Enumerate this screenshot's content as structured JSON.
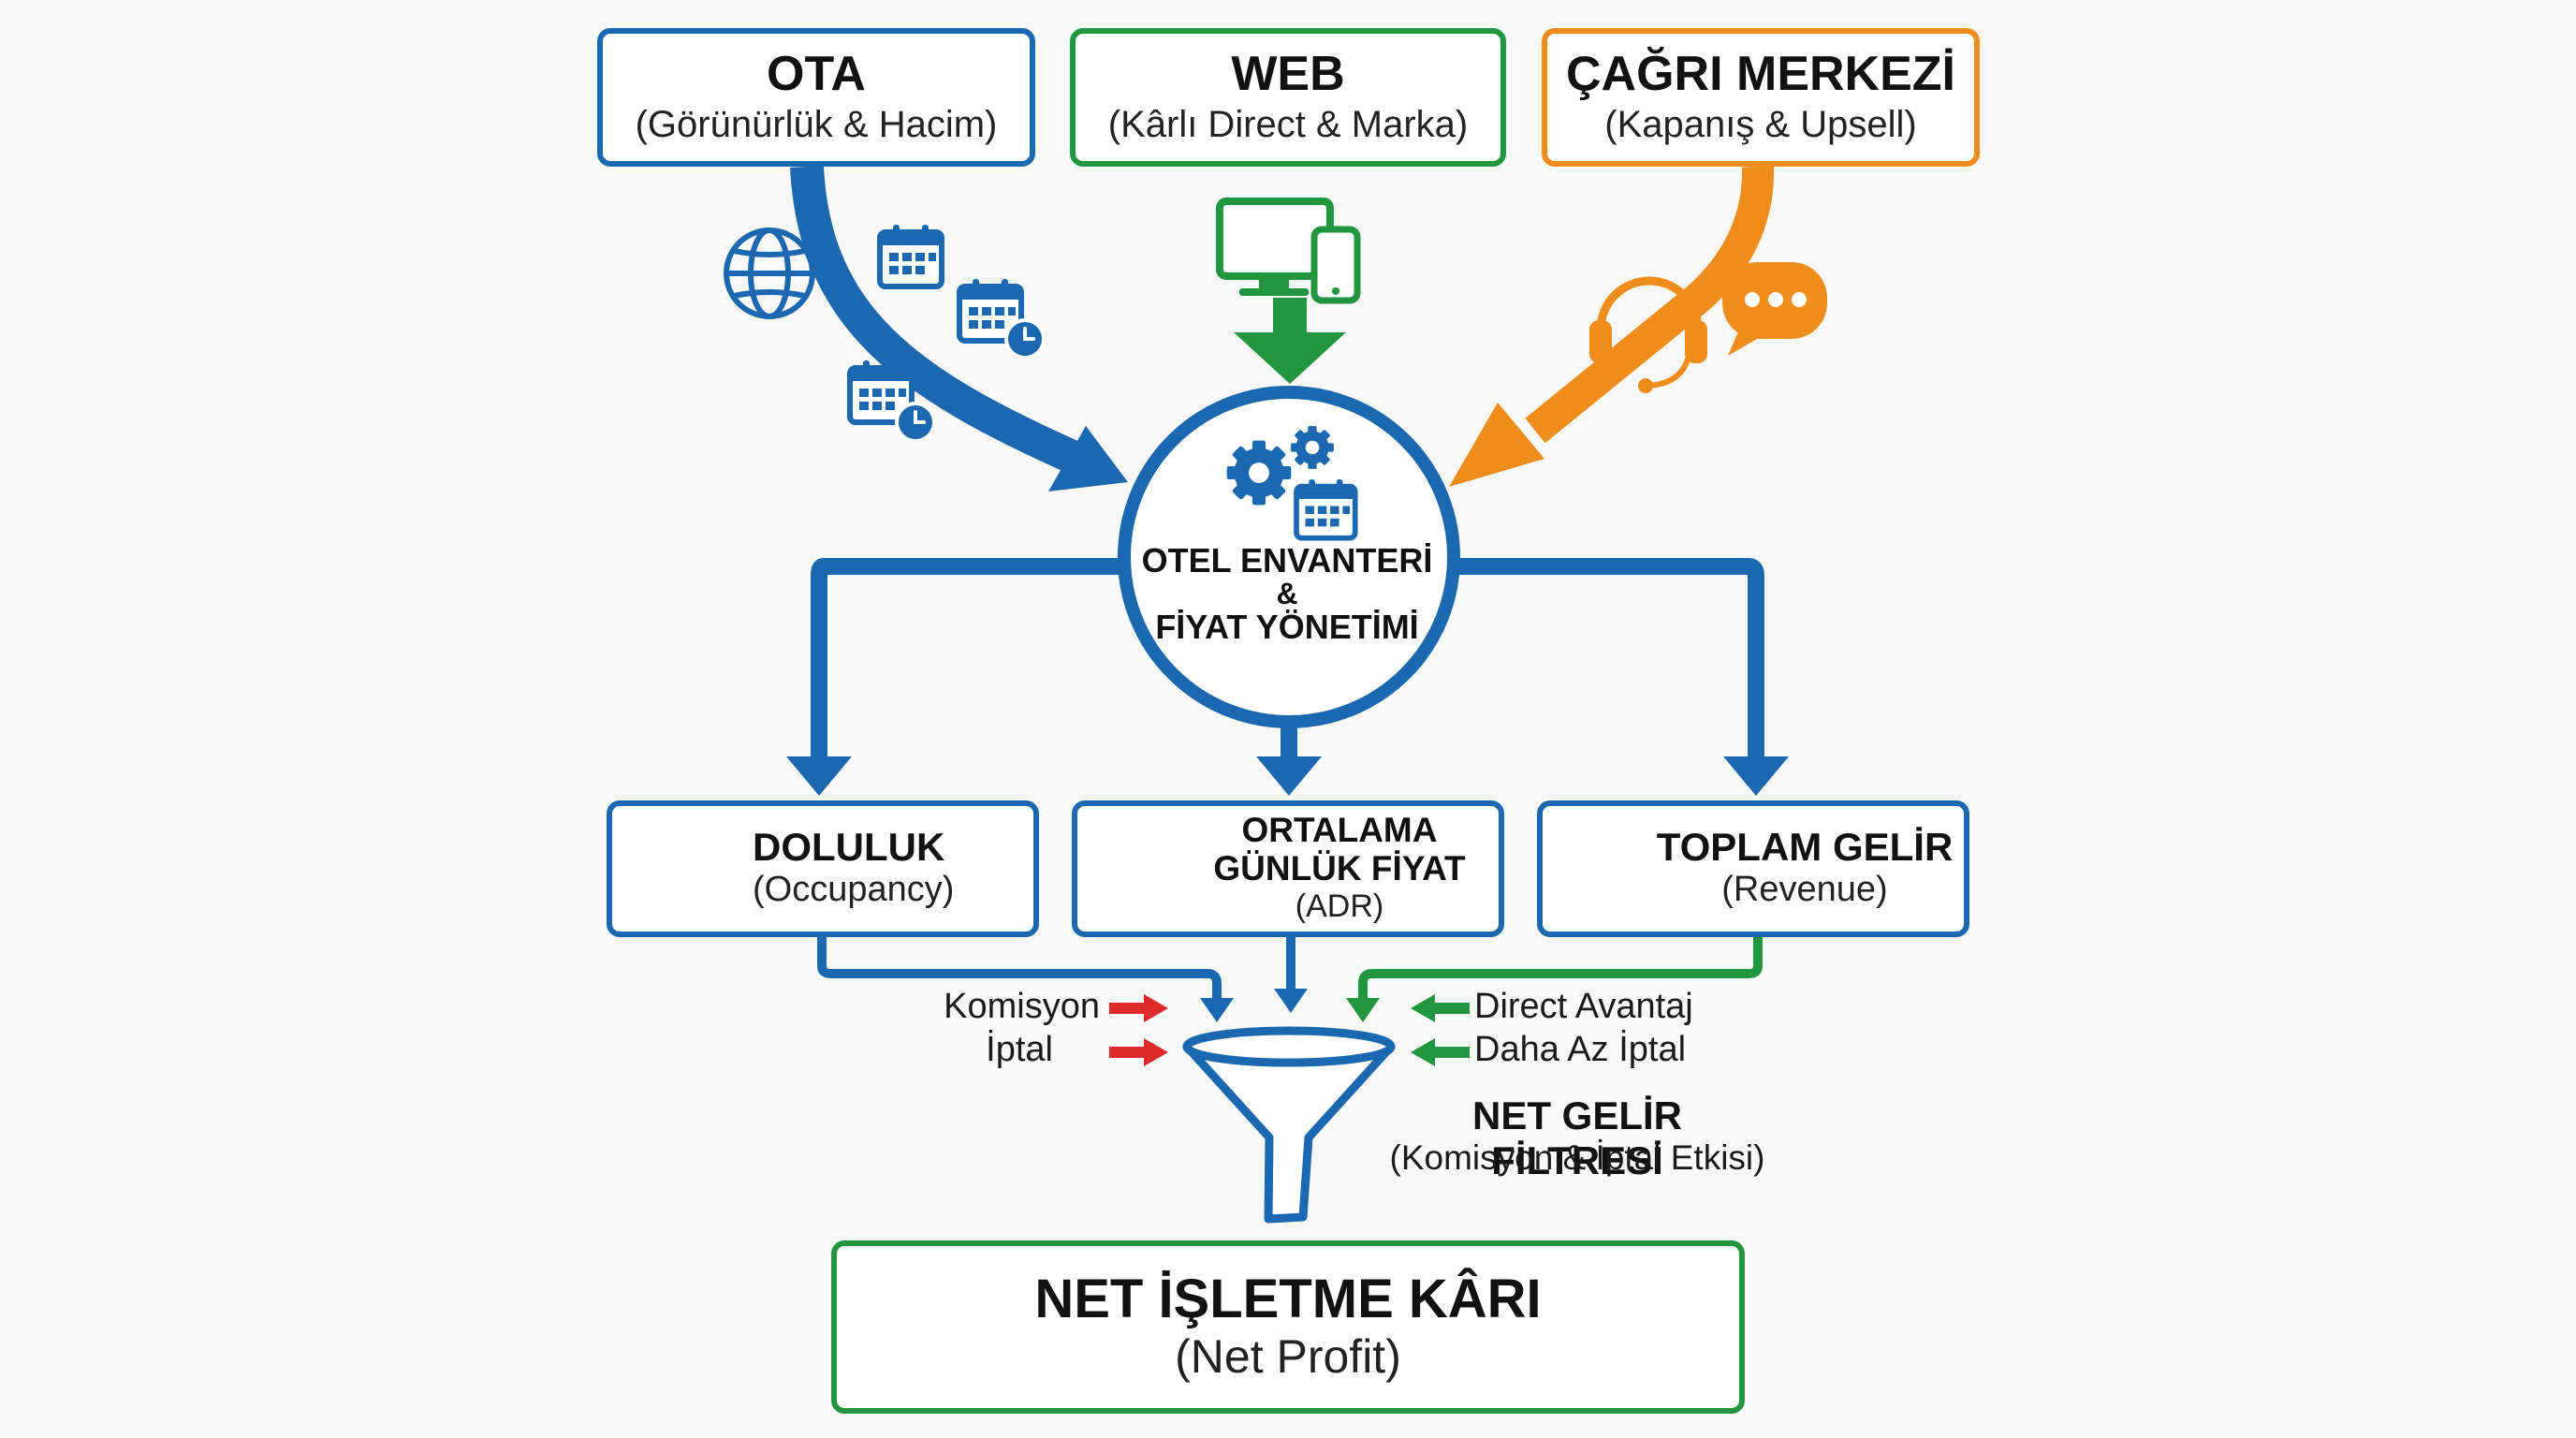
{
  "sources": {
    "ota": {
      "title": "OTA",
      "subtitle": "(Görünürlük & Hacim)",
      "color": "#1b68b0"
    },
    "web": {
      "title": "WEB",
      "subtitle": "(Kârlı Direct & Marka)",
      "color": "#21963f"
    },
    "call_center": {
      "title": "ÇAĞRI MERKEZİ",
      "subtitle": "(Kapanış & Upsell)",
      "color": "#ef8d1c"
    }
  },
  "hub": {
    "line1": "OTEL ENVANTERİ",
    "amp": "&",
    "line2": "FİYAT YÖNETİMİ"
  },
  "metrics": {
    "occupancy": {
      "title": "DOLULUK",
      "subtitle": "(Occupancy)"
    },
    "adr": {
      "title_line1": "ORTALAMA",
      "title_line2": "GÜNLÜK FİYAT",
      "subtitle": "(ADR)"
    },
    "revenue": {
      "title": "TOPLAM GELİR",
      "subtitle": "(Revenue)"
    }
  },
  "filter": {
    "negative": [
      "Komisyon",
      "İptal"
    ],
    "positive": [
      "Direct Avantaj",
      "Daha Az İptal"
    ],
    "title": "NET GELİR FİLTRESİ",
    "subtitle": "(Komisyon & İptal Etkisi)"
  },
  "result": {
    "title": "NET İŞLETME KÂRI",
    "subtitle": "(Net Profit)"
  },
  "colors": {
    "blue": "#1b68b0",
    "green": "#21963f",
    "orange": "#ef8d1c",
    "red": "#e02a2a"
  }
}
